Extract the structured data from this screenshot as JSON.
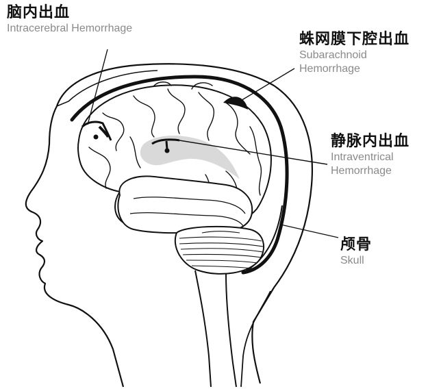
{
  "labels": {
    "intracerebral": {
      "zh": "脑内出血",
      "en": "Intracerebral Hemorrhage"
    },
    "subarachnoid": {
      "zh": "蛛网膜下腔出血",
      "en_line1": "Subarachnoid",
      "en_line2": "Hemorrhage"
    },
    "intraventricular": {
      "zh": "静脉内出血",
      "en_line1": "Intraventrical",
      "en_line2": "Hemorrhage"
    },
    "skull": {
      "zh": "颅骨",
      "en": "Skull"
    }
  },
  "colors": {
    "outline": "#111111",
    "ventricle_fill": "#d9d9d9",
    "english_text": "#8a8a8a"
  }
}
